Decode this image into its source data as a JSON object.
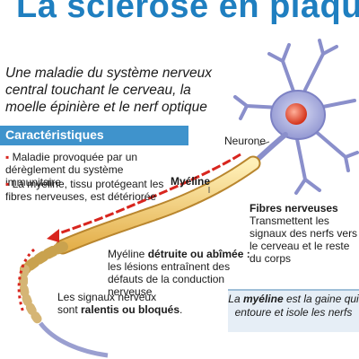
{
  "title": "La sclérose en plaques",
  "subtitle": "Une maladie du système nerveux central touchant le cerveau, la moelle épinière et le nerf optique",
  "characteristics": {
    "header": "Caractéristiques",
    "items": [
      "Maladie provoquée par un dérèglement du système immunitaire",
      "La myéline, tissu protégeant les fibres nerveuses, est détériorée"
    ]
  },
  "labels": {
    "neurone": "Neurone",
    "myeline": "Myéline",
    "fibres_title": "Fibres nerveuses",
    "fibres_desc": "Transmettent les signaux des nerfs vers le cerveau et le reste du corps",
    "damaged_prefix": "Myéline ",
    "damaged_bold": "détruite ou abîmée :",
    "damaged_desc": "les lésions entraînent des défauts de la conduction nerveuse",
    "signals_line1": "Les signaux nerveux",
    "signals_prefix": "sont ",
    "signals_bold": "ralentis ou bloqués",
    "signals_suffix": "."
  },
  "infobox": {
    "prefix": "La ",
    "bold": "myéline",
    "suffix": " est la gaine qui entoure et isole les nerfs"
  },
  "colors": {
    "title": "#1f7fc0",
    "header_bg": "#3f93cc",
    "signal_arrow": "#d8251e",
    "neuron_body": "#9a9fd6",
    "nucleus": "#e04a2a",
    "myelin": "#f2cf7a"
  }
}
